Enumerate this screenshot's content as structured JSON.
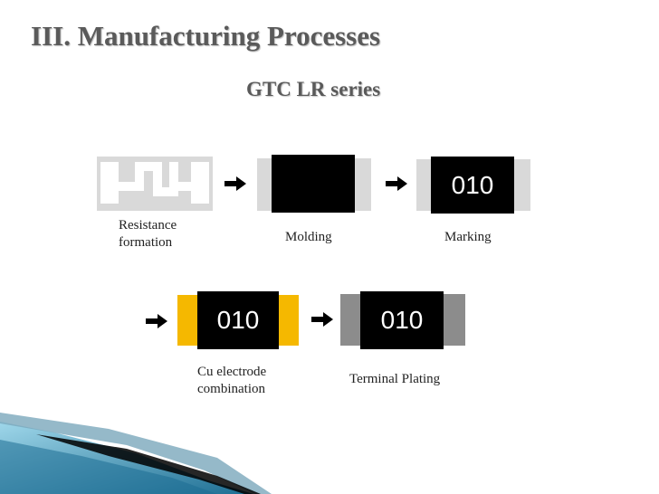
{
  "title": "III. Manufacturing Processes",
  "subtitle": "GTC LR series",
  "steps": [
    {
      "label_line1": "Resistance",
      "label_line2": "formation"
    },
    {
      "label": "Molding"
    },
    {
      "label": "Marking",
      "code": "010"
    },
    {
      "label_line1": "Cu electrode",
      "label_line2": "combination",
      "code": "010"
    },
    {
      "label": "Terminal Plating",
      "code": "010"
    }
  ],
  "colors": {
    "substrate_gray": "#d9d9d9",
    "molding_black": "#000000",
    "cu_electrode": "#f5b800",
    "plating_gray": "#8c8c8c",
    "title_gray": "#5a5a5a",
    "accent_blue": "#1d6e93"
  }
}
